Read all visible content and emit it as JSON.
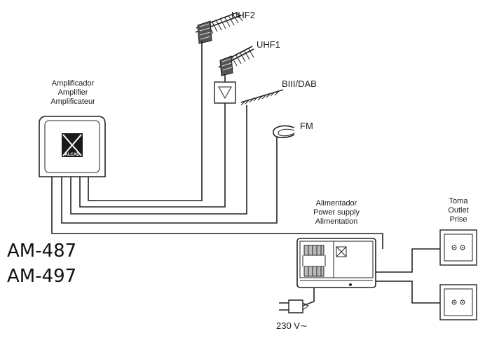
{
  "antennas": {
    "uhf2": "UHF2",
    "uhf1": "UHF1",
    "biii_dab": "BIII/DAB",
    "fm": "FM"
  },
  "amplifier": {
    "label_es": "Amplificador",
    "label_en": "Amplifier",
    "label_fr": "Amplificateur",
    "logo_text": "ALCAD"
  },
  "models": [
    "AM-487",
    "AM-497"
  ],
  "power_supply": {
    "label_es": "Alimentador",
    "label_en": "Power supply",
    "label_fr": "Alimentation"
  },
  "outlet": {
    "label_es": "Toma",
    "label_en": "Outlet",
    "label_fr": "Prise"
  },
  "mains": "230 V∼",
  "icons": [
    "amplifier-triangle-icon",
    "plug-icon",
    "coax-socket-icon",
    "alcad-logo-icon"
  ]
}
